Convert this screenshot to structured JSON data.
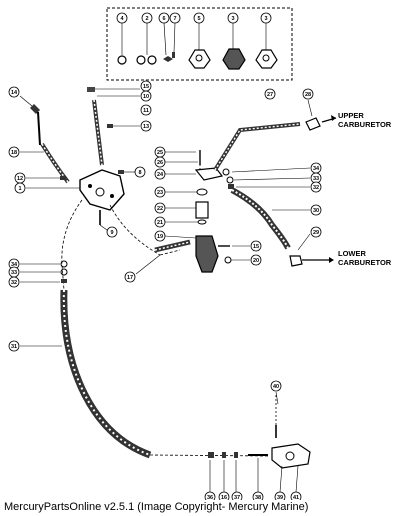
{
  "labels": {
    "upper_1": "UPPER",
    "upper_2": "CARBURETOR",
    "lower_1": "LOWER",
    "lower_2": "CARBURETOR"
  },
  "callouts": {
    "c4": "4",
    "c2": "2",
    "c6": "6",
    "c7": "7",
    "c5": "5",
    "c3a": "3",
    "c3b": "3",
    "c14": "14",
    "c15": "15",
    "c10": "10",
    "c11": "11",
    "c13": "13",
    "c18": "18",
    "c12": "12",
    "c1": "1",
    "c8": "8",
    "c9": "9",
    "c27": "27",
    "c28": "28",
    "c25": "25",
    "c26": "26",
    "c24": "24",
    "c23": "23",
    "c22": "22",
    "c21": "21",
    "c19": "19",
    "c17": "17",
    "c15b": "15",
    "c20": "20",
    "c34a": "34",
    "c33a": "33",
    "c32a": "32",
    "c30": "30",
    "c29": "29",
    "c34b": "34",
    "c33b": "33",
    "c32b": "32",
    "c31": "31",
    "c40": "40",
    "b36": "36",
    "b16": "16",
    "b37": "37",
    "b38": "38",
    "b39": "39",
    "b41": "41"
  },
  "footer": "MercuryPartsOnline v2.5.1 (Image Copyright- Mercury Marine)"
}
